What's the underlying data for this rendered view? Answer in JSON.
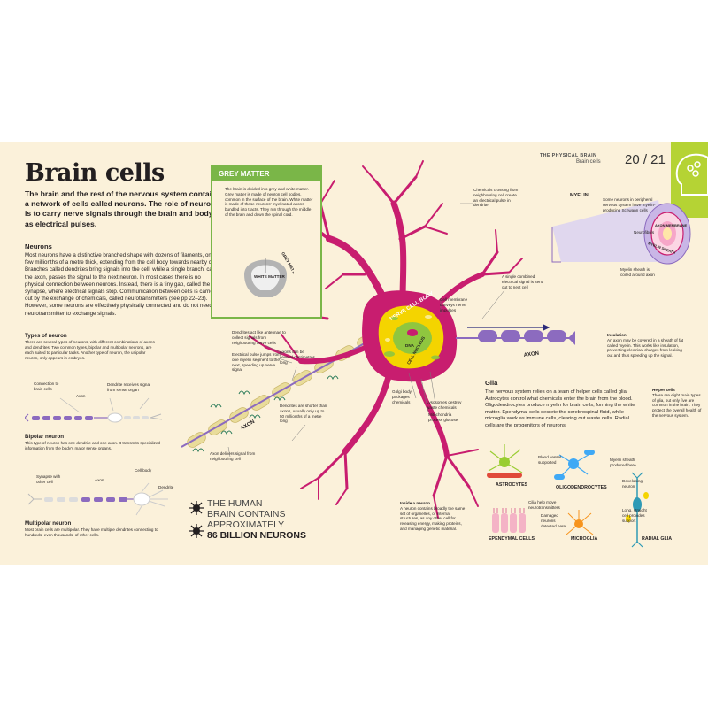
{
  "page": {
    "title": "Brain cells",
    "intro": "The brain and the rest of the nervous system contains a network of cells called neurons. The role of neurons is to carry nerve signals through the brain and body as electrical pulses.",
    "section_tag": "THE PHYSICAL BRAIN",
    "section_sub": "Brain cells",
    "page_numbers": "20 / 21"
  },
  "neurons": {
    "heading": "Neurons",
    "text": "Most neurons have a distinctive branched shape with dozens of filaments, only a few millionths of a metre thick, extending from the cell body towards nearby cells. Branches called dendrites bring signals into the cell, while a single branch, called the axon, passes the signal to the next neuron. In most cases there is no physical connection between neurons. Instead, there is a tiny gap, called the synapse, where electrical signals stop. Communication between cells is carried out by the exchange of chemicals, called neurotransmitters (see pp 22–23). However, some neurons are effectively physically connected and do not need a neurotransmitter to exchange signals."
  },
  "types": {
    "heading": "Types of neuron",
    "text": "There are several types of neurons, with different combinations of axons and dendrites. Two common types, bipolar and multipolar neurons, are each suited to particular tasks. Another type of neuron, the unipolar neuron, only appears in embryos.",
    "connection_label": "Connection to brain cells",
    "axon_label": "Axon",
    "dendrite_label": "Dendrite receives signal from sense organ",
    "bipolar_heading": "Bipolar neuron",
    "bipolar_text": "This type of neuron has one dendrite and one axon. It transmits specialized information from the body's major sense organs.",
    "cell_body_label": "Cell body",
    "synapse_label": "Synapse with other cell",
    "axon_label2": "Axon",
    "dendrite_label2": "Dendrite",
    "multipolar_heading": "Multipolar neuron",
    "multipolar_text": "Most brain cells are multipolar. They have multiple dendrites connecting to hundreds, even thousands, of other cells."
  },
  "grey_matter": {
    "heading": "GREY MATTER",
    "text": "The brain is divided into grey and white matter. Grey matter is made of neuron cell bodies, common in the surface of the brain. White matter is made of these neurons' myelinated axons bundled into tracts. They run through the middle of the brain and down the spinal cord.",
    "grey_label": "GREY MATTER",
    "white_label": "WHITE MATTER"
  },
  "diagram": {
    "chemicals": "Chemicals crossing from neighbouring cell create an electrical pulse in dendrite",
    "membrane": "Cell membrane conveys nerve impulses",
    "nerve_cell_body": "NERVE CELL BODY",
    "dna": "DNA",
    "nucleus": "CELL NUCLEUS",
    "single_signal": "A single combined electrical signal is sent out to next cell",
    "dendrites_antennae": "Dendrites act like antennae to collect signals from neighbouring nerve cells",
    "axons_shorter": "Axons can be several centimetres long",
    "pulse_jumps": "Electrical pulse jumps from one myelin segment to the next, speeding up nerve signal",
    "golgi": "Golgi body packages chemicals",
    "lysosomes": "Lysosomes destroy waste chemicals",
    "mitochondria": "Mitochondria process glucose",
    "dendrites_shorter": "Dendrites are shorter than axons, usually only up to 50 millionths of a metre long",
    "axon_delivers": "Axon delivers signal from neighbouring cell",
    "axon_label_left": "AXON",
    "axon_label_right": "AXON"
  },
  "myelin": {
    "label": "MYELIN",
    "peripheral": "Some neurons in peripheral nervous system have myelin-producing Schwann cells",
    "neurofibrils": "Neurofibrils",
    "axon_membrane": "AXON MEMBRANE",
    "myelin_sheath": "MYELIN SHEATH",
    "sheath_around": "Myelin sheath is coiled around axon"
  },
  "insulation": {
    "heading": "Insulation",
    "text": "An axon may be covered in a sheath of fat called myelin. This works like insulation, preventing electrical charges from leaking out and thus speeding up the signal."
  },
  "glia": {
    "heading": "Glia",
    "text": "The nervous system relies on a team of helper cells called glia. Astrocytes control what chemicals enter the brain from the blood. Oligodendrocytes produce myelin for brain cells, forming the white matter. Ependymal cells secrete the cerebrospinal fluid, while microglia work as immune cells, clearing out waste cells. Radial cells are the progenitors of neurons.",
    "helper_heading": "Helper cells",
    "helper_text": "There are eight main types of glia, but only five are common in the brain. They protect the overall health of the nervous system.",
    "blood_vessel": "Blood vessel supported",
    "myelin_sheath_produced": "Myelin sheath produced here",
    "developing_neuron": "Developing neuron",
    "cilia": "Cilia help move neurotransmitters",
    "damaged": "Damaged neurons detected here",
    "long_cell": "Long, straight cell provides support",
    "astrocytes": "ASTROCYTES",
    "oligodendrocytes": "OLIGODENDROCYTES",
    "ependymal": "EPENDYMAL CELLS",
    "microglia": "MICROGLIA",
    "radial": "RADIAL GLIA"
  },
  "inside": {
    "heading": "Inside a neuron",
    "text": "A neuron contains broadly the same set of organelles, or internal structures, as any other cell for releasing energy, making proteins, and managing genetic material."
  },
  "stat": {
    "line1": "THE HUMAN",
    "line2": "BRAIN CONTAINS",
    "line3": "APPROXIMATELY",
    "line4": "86 BILLION NEURONS"
  },
  "colors": {
    "page_bg": "#fbf1da",
    "neuron": "#c81d6f",
    "cell_body": "#f4d400",
    "nucleus": "#8fc63f",
    "axon": "#8c6bbf",
    "accent_green": "#7ab648"
  }
}
